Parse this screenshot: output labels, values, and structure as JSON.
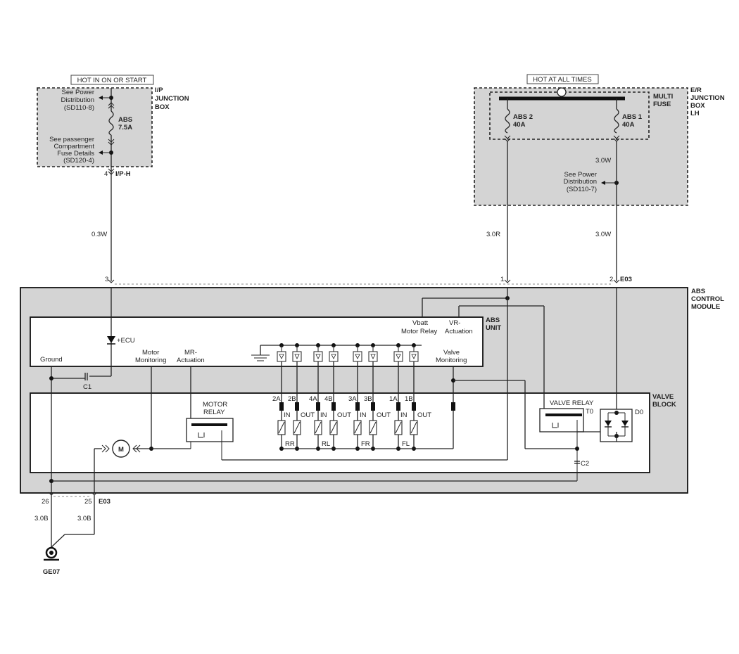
{
  "labels": {
    "hot_in_on": "HOT IN ON OR START",
    "hot_all": "HOT AT ALL TIMES",
    "ip_jbox": [
      "I/P",
      "JUNCTION",
      "BOX"
    ],
    "er_jbox": [
      "E/R",
      "JUNCTION",
      "BOX",
      "LH"
    ],
    "multi_fuse": [
      "MULTI",
      "FUSE"
    ],
    "abs_module": [
      "ABS",
      "CONTROL",
      "MODULE"
    ],
    "abs_unit": [
      "ABS",
      "UNIT"
    ],
    "valve_block": [
      "VALVE",
      "BLOCK"
    ],
    "see_power_1": [
      "See Power",
      "Distribution",
      "(SD110-8)"
    ],
    "see_passenger": [
      "See passenger",
      "Compartment",
      "Fuse Details",
      "(SD120-4)"
    ],
    "see_power_2": [
      "See Power",
      "Distribution",
      "(SD110-7)"
    ],
    "fuse_abs": [
      "ABS",
      "7.5A"
    ],
    "fuse_abs2": [
      "ABS 2",
      "40A"
    ],
    "fuse_abs1": [
      "ABS 1",
      "40A"
    ],
    "conn_iph": "I/P-H",
    "pin4": "4",
    "wire_03w": "0.3W",
    "wire_30r": "3.0R",
    "wire_30w_top": "3.0W",
    "wire_30w": "3.0W",
    "pin_3": "3",
    "pin_1": "1",
    "pin_2": "2",
    "conn_e03": "E03",
    "conn_e03_b": "E03",
    "ecu": "+ECU",
    "ground": "Ground",
    "c1": "C1",
    "c2": "C2",
    "motor_mon": [
      "Motor",
      "Monitoring"
    ],
    "mr_act": [
      "MR-",
      "Actuation"
    ],
    "vbatt": [
      "Vbatt",
      "Motor Relay"
    ],
    "vr_act": [
      "VR-",
      "Actuation"
    ],
    "valve_mon": [
      "Valve",
      "Monitoring"
    ],
    "motor_relay": [
      "MOTOR",
      "RELAY"
    ],
    "valve_relay": "VALVE RELAY",
    "t0": "T0",
    "d0": "D0",
    "motor": "M",
    "valve_pins": [
      "2A",
      "2B",
      "4A",
      "4B",
      "3A",
      "3B",
      "1A",
      "1B"
    ],
    "in_out": [
      "IN",
      "OUT",
      "IN",
      "OUT",
      "IN",
      "OUT",
      "IN",
      "OUT"
    ],
    "wheels": [
      "RR",
      "RL",
      "FR",
      "FL"
    ],
    "pin_26": "26",
    "pin_25": "25",
    "wire_30b_1": "3.0B",
    "wire_30b_2": "3.0B",
    "ground_pt": "GE07"
  }
}
